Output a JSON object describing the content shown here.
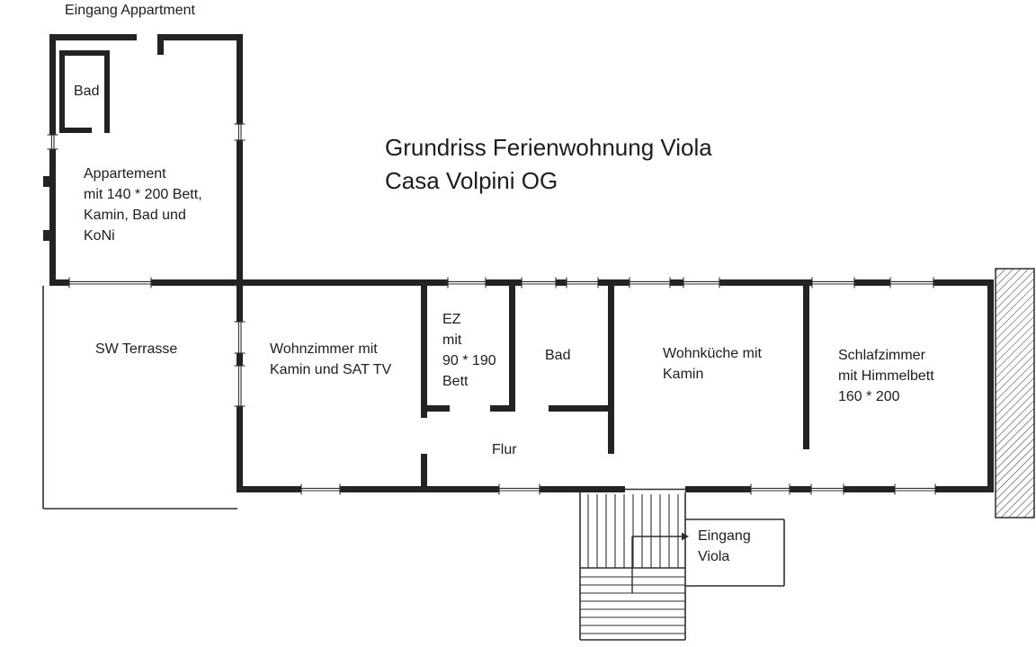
{
  "title": {
    "line1": "Grundriss Ferienwohnung Viola",
    "line2": "Casa Volpini OG"
  },
  "labels": {
    "entrance_apartment": "Eingang Appartment",
    "apartment_bath": "Bad",
    "apartment": "Appartement\nmit 140 * 200 Bett,\nKamin, Bad und\nKoNi",
    "terrace": "SW Terrasse",
    "living_room": "Wohnzimmer mit\nKamin und SAT TV",
    "single_room": "EZ\nmit\n90 * 190\nBett",
    "bathroom": "Bad",
    "hallway": "Flur",
    "kitchen": "Wohnküche mit\nKamin",
    "bedroom": "Schlafzimmer\nmit Himmelbett\n160 * 200",
    "entrance_viola": "Eingang\nViola"
  },
  "colors": {
    "wall": "#232323",
    "line": "#2e2e2e",
    "text": "#1d1d1d",
    "background": "#ffffff"
  }
}
